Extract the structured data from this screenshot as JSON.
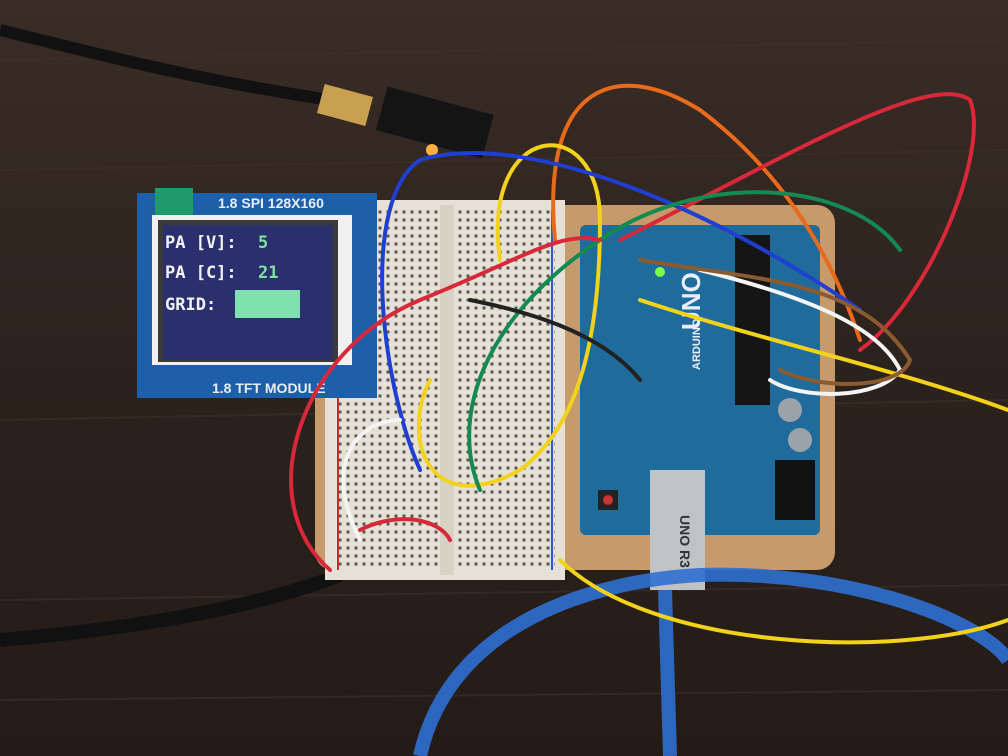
{
  "tft_module": {
    "top_label": "1.8 SPI 128X160",
    "bottom_label": "1.8 TFT MODULE",
    "screen": {
      "rows": [
        {
          "label": "PA [V]:",
          "value": "5"
        },
        {
          "label": "PA [C]:",
          "value": "21"
        },
        {
          "label": "GRID:",
          "value": ""
        }
      ]
    }
  },
  "arduino": {
    "model_label": "UNO",
    "brand_label": "ARDUINO",
    "usb_label": "UNO R3"
  },
  "colors": {
    "table": "#2b211c",
    "pcb_blue": "#1d5fa8",
    "lcd_bg": "#2b2f6e",
    "lcd_text": "#f2f2f2",
    "lcd_value": "#7fe0a0",
    "arduino_blue": "#1f6c9c",
    "breadboard": "#e6e1d6",
    "usb_cable": "#2f6fd0"
  }
}
